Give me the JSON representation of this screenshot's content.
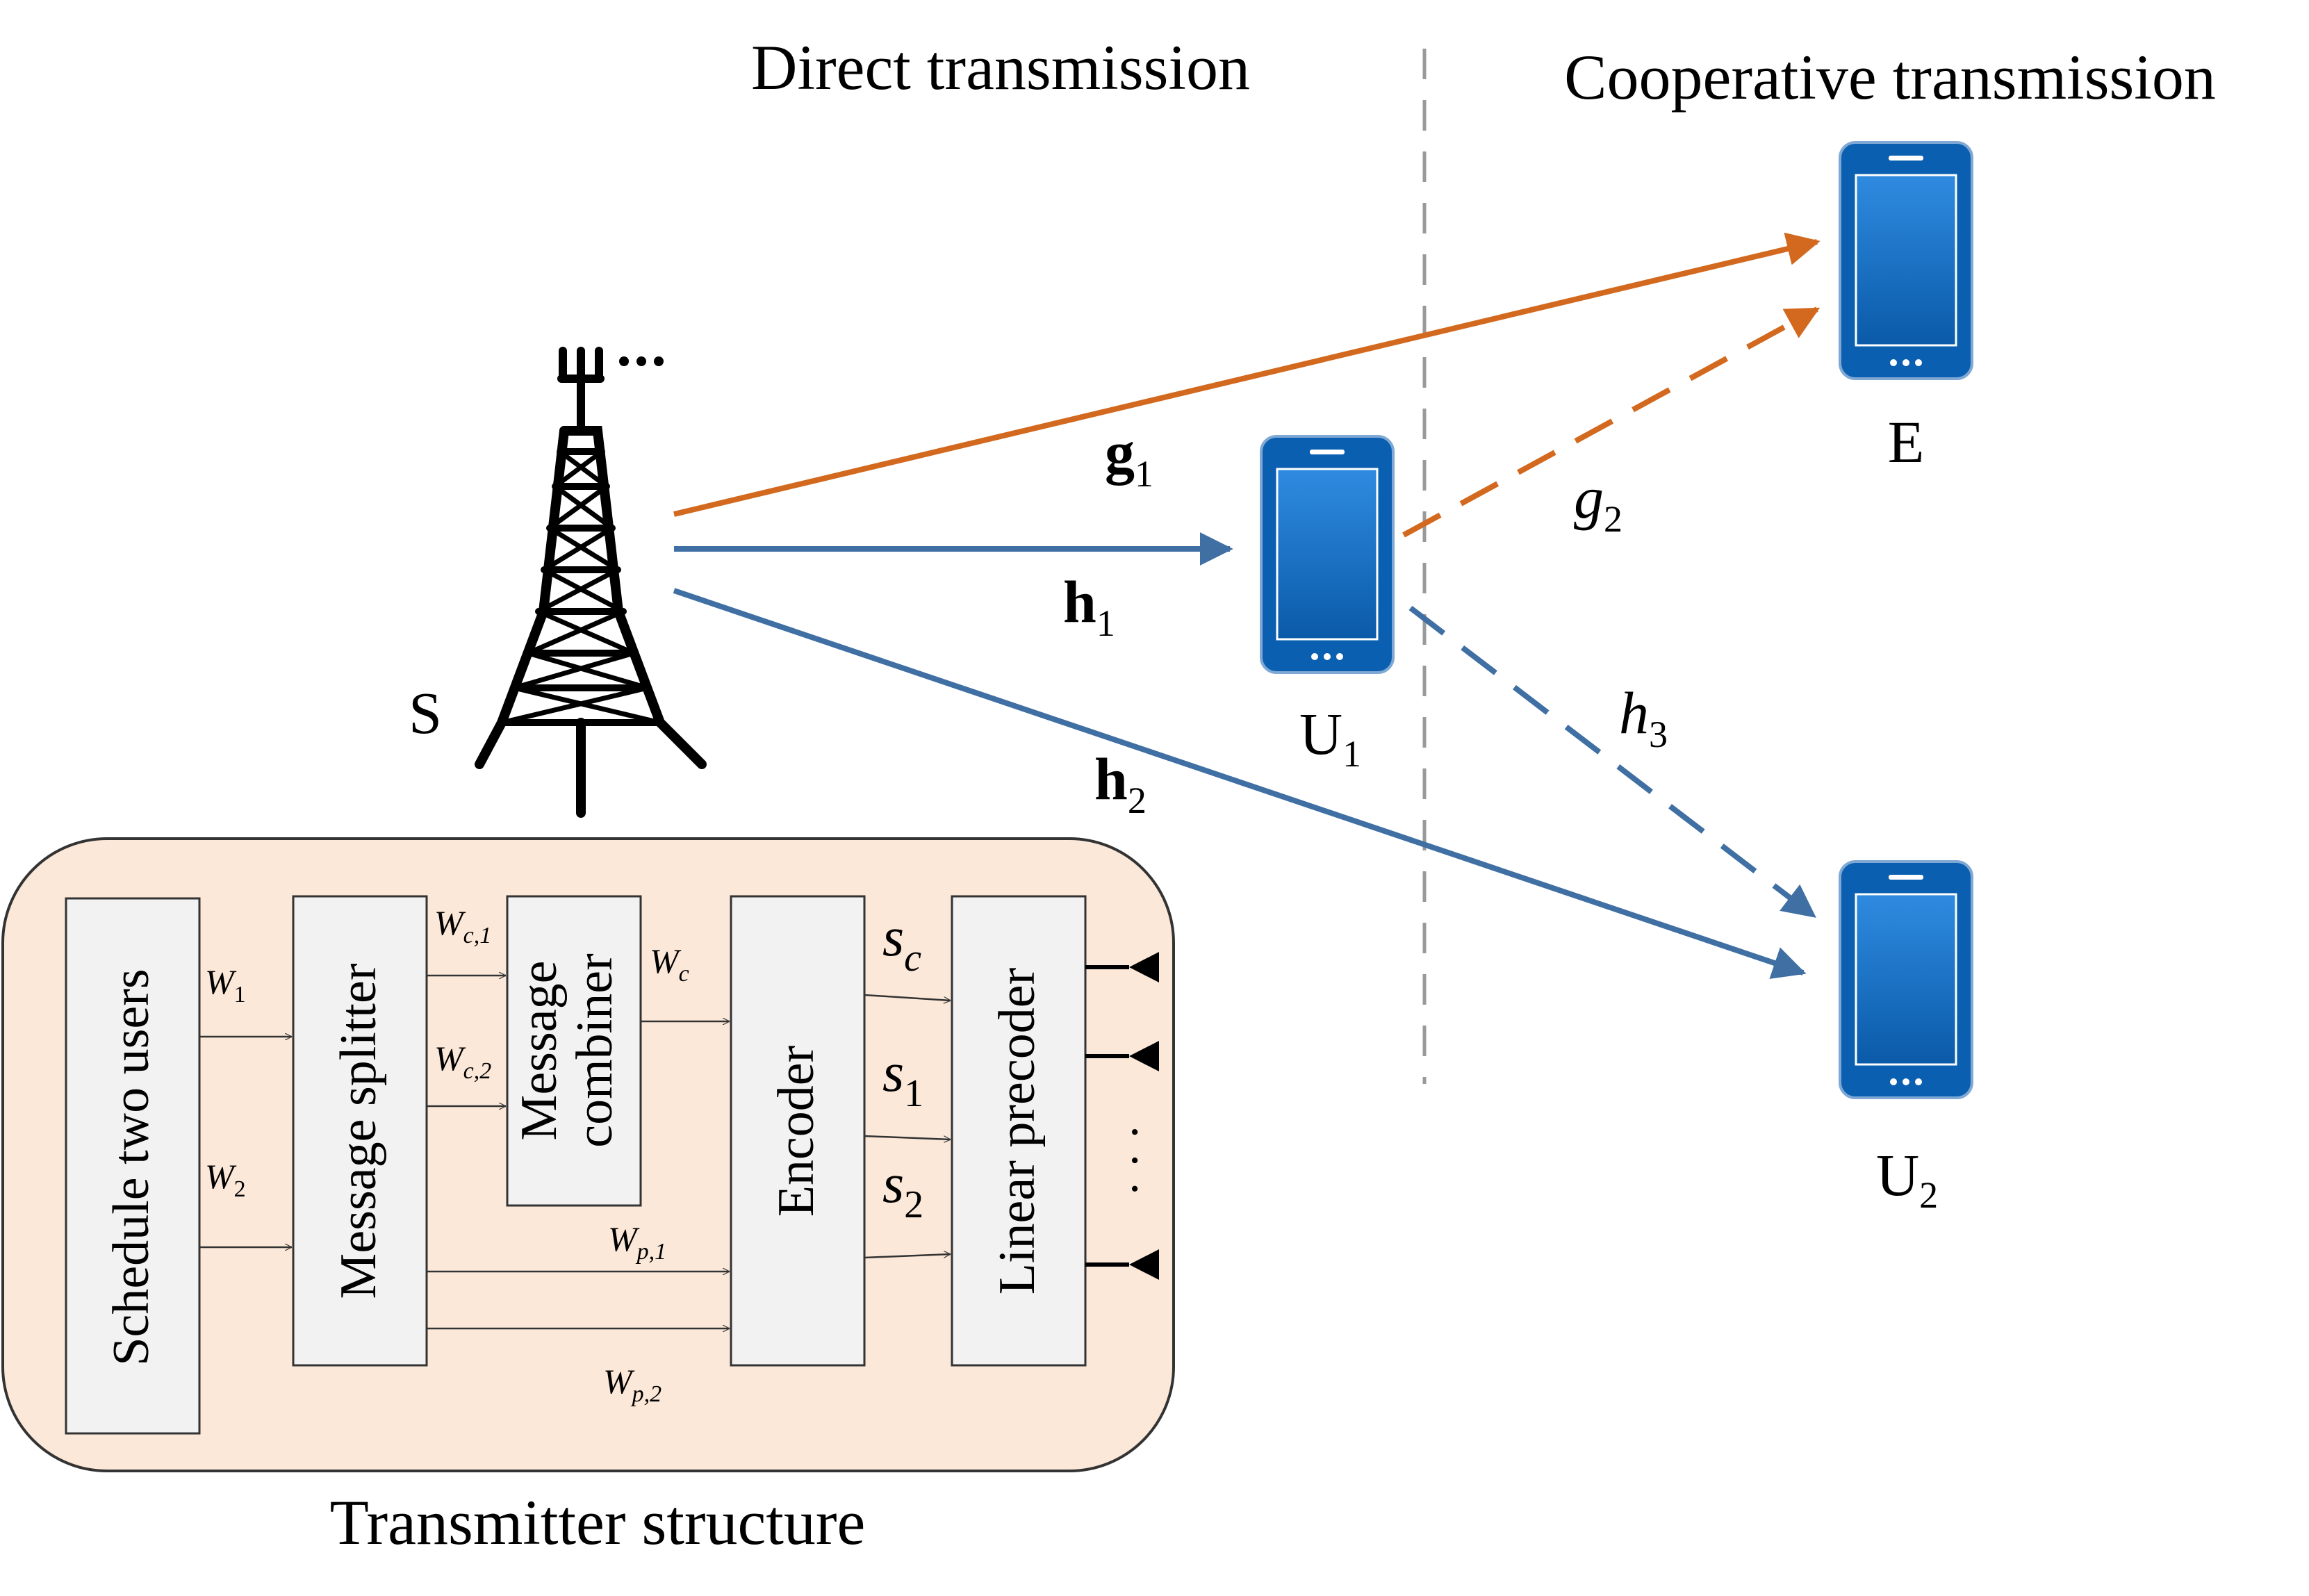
{
  "headings": {
    "direct": "Direct transmission",
    "cooperative": "Cooperative transmission"
  },
  "nodes": {
    "source": "S",
    "eavesdropper": "E",
    "user1": {
      "main": "U",
      "sub": "1"
    },
    "user2": {
      "main": "U",
      "sub": "2"
    }
  },
  "links": {
    "g1": {
      "main": "g",
      "sub": "1"
    },
    "h1": {
      "main": "h",
      "sub": "1"
    },
    "h2": {
      "main": "h",
      "sub": "2"
    },
    "g2": {
      "main": "g",
      "sub": "2"
    },
    "h3": {
      "main": "h",
      "sub": "3"
    }
  },
  "transmitter": {
    "caption": "Transmitter structure",
    "blocks": {
      "schedule": "Schedule two users",
      "splitter": "Message splitter",
      "combiner_line1": "Message",
      "combiner_line2": "combiner",
      "encoder": "Encoder",
      "precoder": "Linear precoder"
    },
    "signals": {
      "w1": {
        "main": "W",
        "sub": "1"
      },
      "w2": {
        "main": "W",
        "sub": "2"
      },
      "wc1": {
        "main": "W",
        "sub": "c,1"
      },
      "wc2": {
        "main": "W",
        "sub": "c,2"
      },
      "wc": {
        "main": "W",
        "sub": "c"
      },
      "wp1": {
        "main": "W",
        "sub": "p,1"
      },
      "wp2": {
        "main": "W",
        "sub": "p,2"
      },
      "sc": {
        "main": "s",
        "sub": "c"
      },
      "s1": {
        "main": "s",
        "sub": "1"
      },
      "s2": {
        "main": "s",
        "sub": "2"
      }
    },
    "antenna_dots": "· · ·"
  },
  "colors": {
    "blue_link": "#3f6fa3",
    "orange_link": "#d2691e",
    "panel_fill": "#fbe8d9",
    "block_fill": "#f2f2f2",
    "phone_body": "#0b5fb0",
    "divider": "#999999"
  }
}
